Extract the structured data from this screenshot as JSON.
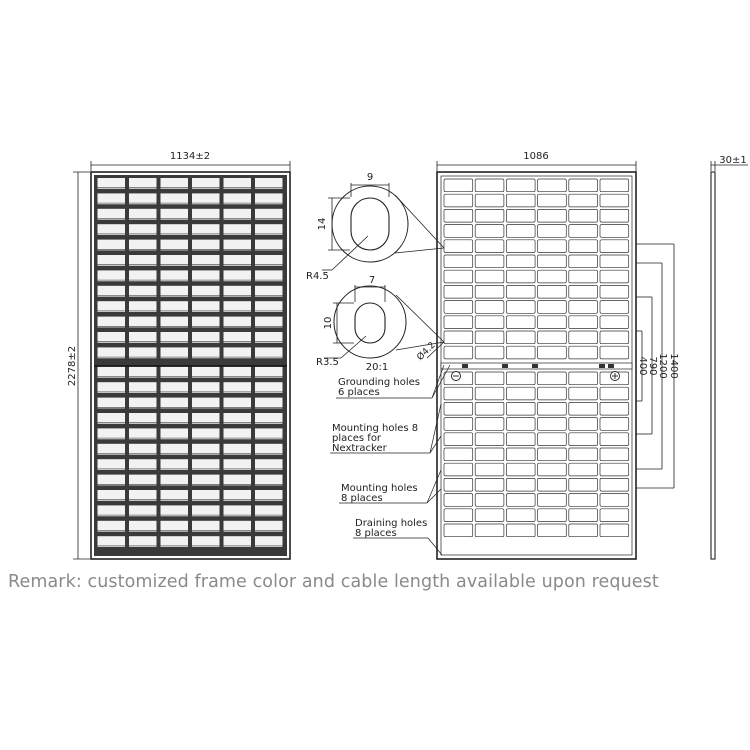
{
  "front_view": {
    "width_label": "1134±2",
    "height_label": "2278±2"
  },
  "rear_view": {
    "width_label": "1086",
    "thickness_label": "30±1",
    "spacings": [
      "400",
      "790",
      "1200",
      "1400"
    ]
  },
  "details": {
    "top": {
      "width": "9",
      "height": "14",
      "radius": "R4.5"
    },
    "bottom": {
      "width": "7",
      "height": "10",
      "radius": "R3.5"
    },
    "scale": "20:1",
    "hole_diameter": "Ø4.2"
  },
  "callouts": {
    "grounding": [
      "Grounding holes",
      "6 places"
    ],
    "mounting_nextracker": [
      "Mounting holes 8",
      "places for",
      "Nextracker"
    ],
    "mounting": [
      "Mounting holes",
      "8 places"
    ],
    "draining": [
      "Draining holes",
      "8 places"
    ]
  },
  "remark": "Remark: customized frame color and cable length available upon request"
}
